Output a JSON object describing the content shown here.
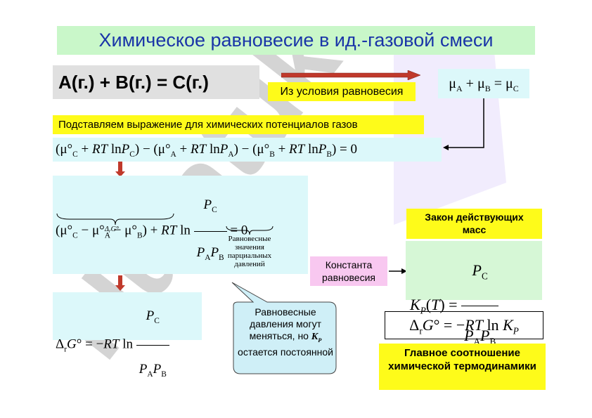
{
  "title": "Химическое равновесие в ид.-газовой смеси",
  "reaction": "A(г.) + B(г.) = C(г.)",
  "equilibrium_condition_label": "Из условия равновесия",
  "substitute_label": "Подставляем выражение для химических потенциалов газов",
  "equilibrium_partial_pressures_note": "Равновесные значения парциальных давлений",
  "law_of_mass_action_title": "Закон действующих масс",
  "equilibrium_constant_label": "Константа равновесия",
  "callout_text": "Равновесные давления могут меняться, но",
  "callout_text_end": "остается постоянной",
  "main_relation_label": "Главное соотношение химической термодинамики",
  "watermark_text": "Hüjatuk",
  "colors": {
    "title_bg": "#c9f7c9",
    "title_text": "#1a35a8",
    "yellow": "#fefb1a",
    "cyan": "#dcf8fa",
    "arrow_red": "#c0392b"
  }
}
